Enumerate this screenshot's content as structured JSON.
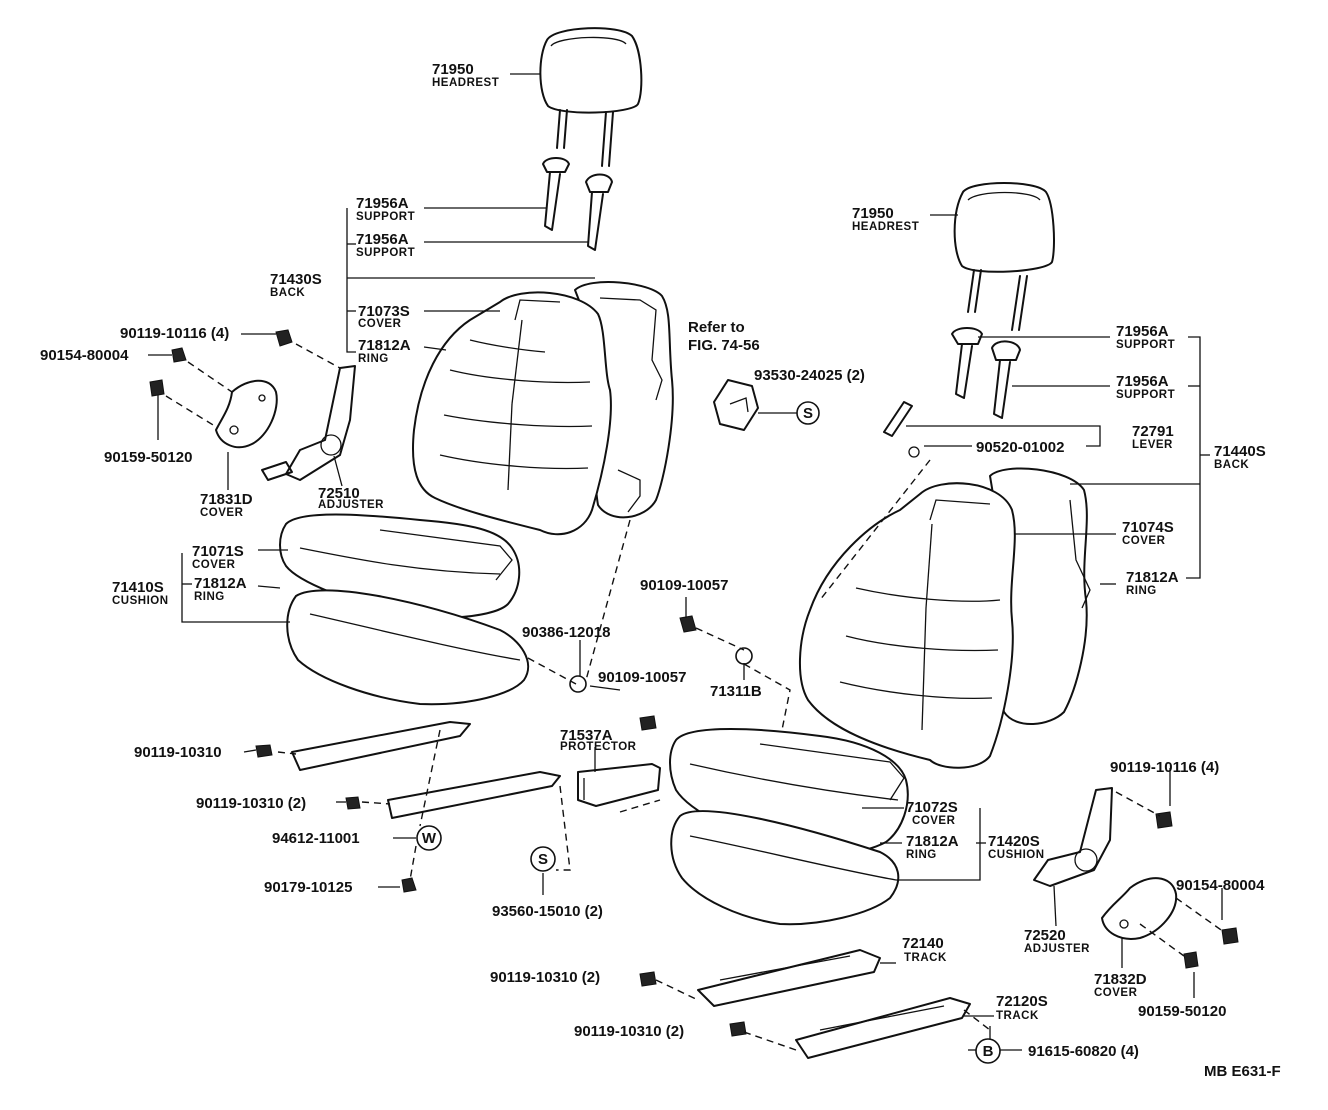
{
  "labels": {
    "headrest_l": "71950",
    "headrest_l_sub": "HEADREST",
    "support_l1": "71956A",
    "support_l1_sub": "SUPPORT",
    "support_l2": "71956A",
    "support_l2_sub": "SUPPORT",
    "back_l": "71430S",
    "back_l_sub": "BACK",
    "cover_back_l": "71073S",
    "cover_back_l_sub": "COVER",
    "ring_back_l": "71812A",
    "ring_back_l_sub": "RING",
    "bolt_90119_10116_l": "90119-10116 (4)",
    "nut_90154_l": "90154-80004",
    "screw_90159_l": "90159-50120",
    "cover_71831d": "71831D",
    "cover_71831d_sub": "COVER",
    "adjuster_72510": "72510",
    "adjuster_72510_sub": "ADJUSTER",
    "cover_cush_l": "71071S",
    "cover_cush_l_sub": "COVER",
    "cushion_l": "71410S",
    "cushion_l_sub": "CUSHION",
    "ring_cush_l": "71812A",
    "ring_cush_l_sub": "RING",
    "refer": "Refer to",
    "refer_fig": "FIG. 74-56",
    "clip_93530": "93530-24025 (2)",
    "headrest_r": "71950",
    "headrest_r_sub": "HEADREST",
    "support_r1": "71956A",
    "support_r1_sub": "SUPPORT",
    "support_r2": "71956A",
    "support_r2_sub": "SUPPORT",
    "lever_72791": "72791",
    "lever_72791_sub": "LEVER",
    "clip_90520": "90520-01002",
    "back_r": "71440S",
    "back_r_sub": "BACK",
    "cover_back_r": "71074S",
    "cover_back_r_sub": "COVER",
    "ring_back_r": "71812A",
    "ring_back_r_sub": "RING",
    "bolt_90109_a": "90109-10057",
    "bush_90386": "90386-12018",
    "bolt_90109_b": "90109-10057",
    "bush_71311b": "71311B",
    "bolt_90119_10310_a": "90119-10310",
    "bolt_90119_10310_b": "90119-10310 (2)",
    "washer_94612": "94612-11001",
    "nut_90179": "90179-10125",
    "protector_71537a": "71537A",
    "protector_71537a_sub": "PROTECTOR",
    "clip_93560": "93560-15010 (2)",
    "bolt_90119_10116_r": "90119-10116 (4)",
    "cover_cush_r": "71072S",
    "cover_cush_r_sub": "COVER",
    "ring_cush_r": "71812A",
    "ring_cush_r_sub": "RING",
    "cushion_r": "71420S",
    "cushion_r_sub": "CUSHION",
    "nut_90154_r": "90154-80004",
    "adjuster_72520": "72520",
    "adjuster_72520_sub": "ADJUSTER",
    "cover_71832d": "71832D",
    "cover_71832d_sub": "COVER",
    "screw_90159_r": "90159-50120",
    "track_72140": "72140",
    "track_72140_sub": "TRACK",
    "bolt_90119_10310_c": "90119-10310 (2)",
    "track_72120s": "72120S",
    "track_72120s_sub": "TRACK",
    "bolt_90119_10310_d": "90119-10310 (2)",
    "bolt_91615": "91615-60820 (4)",
    "code": "MB E631-F"
  },
  "symbols": {
    "s1": "S",
    "s2": "S",
    "w": "W",
    "b": "B"
  }
}
